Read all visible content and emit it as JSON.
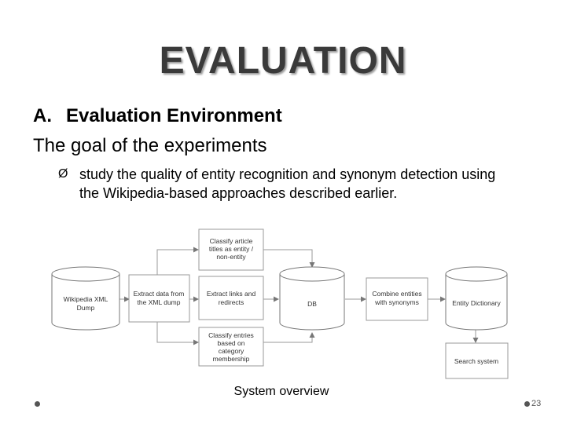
{
  "slide": {
    "title": "EVALUATION",
    "heading_number": "A.",
    "heading_text": "Evaluation Environment",
    "subheading": "The goal of the experiments",
    "bullet_arrow": "Ø",
    "bullet_text": "study the quality of entity recognition and synonym detection using the Wikipedia-based approaches described earlier.",
    "caption": "System overview",
    "page_number": "23"
  },
  "diagram": {
    "nodes": {
      "wikipedia_dump": [
        "Wikipedia XML",
        "Dump"
      ],
      "extract_data": [
        "Extract data from",
        "the XML dump"
      ],
      "classify_titles": [
        "Classify article",
        "titles as entity /",
        "non-entity"
      ],
      "extract_links": [
        "Extract links and",
        "redirects"
      ],
      "classify_entries": [
        "Classify entries",
        "based on",
        "category",
        "membership"
      ],
      "db": [
        "DB"
      ],
      "combine_entities": [
        "Combine entities",
        "with synonyms"
      ],
      "entity_dictionary": [
        "Entity Dictionary"
      ],
      "search_system": [
        "Search system"
      ]
    }
  }
}
